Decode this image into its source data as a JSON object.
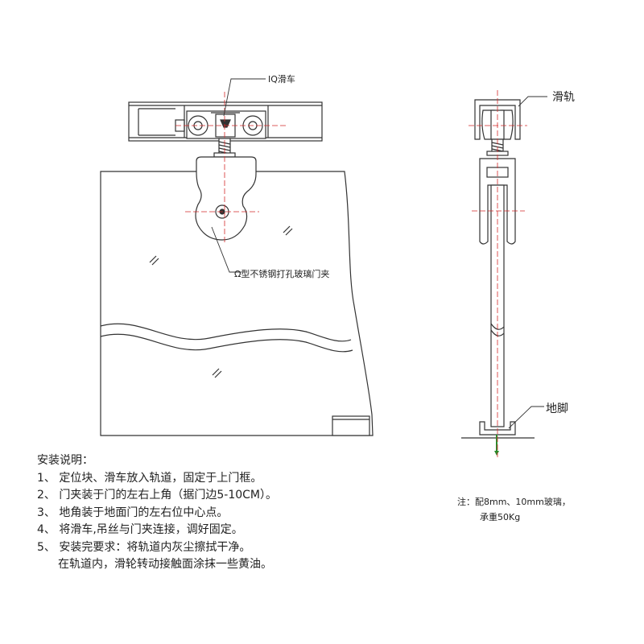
{
  "labels": {
    "iq_pulley": "IQ滑车",
    "rail": "滑轨",
    "clamp": "Ω型不锈钢打孔玻璃门夹",
    "floor_guide": "地脚"
  },
  "instructions": {
    "title": "安装说明：",
    "steps": [
      "1、 定位块、滑车放入轨道，固定于上门框。",
      "2、 门夹装于门的左右上角（据门边5-10CM）。",
      "3、 地角装于地面门的左右位中心点。",
      "4、 将滑车,吊丝与门夹连接，调好固定。",
      "5、 安装完要求：将轨道内灰尘擦拭干净。"
    ],
    "continuation": "在轨道内，滑轮转动接触面涂抹一些黄油。"
  },
  "note": {
    "line1": "注：配8mm、10mm玻璃，",
    "line2": "承重50Kg"
  }
}
